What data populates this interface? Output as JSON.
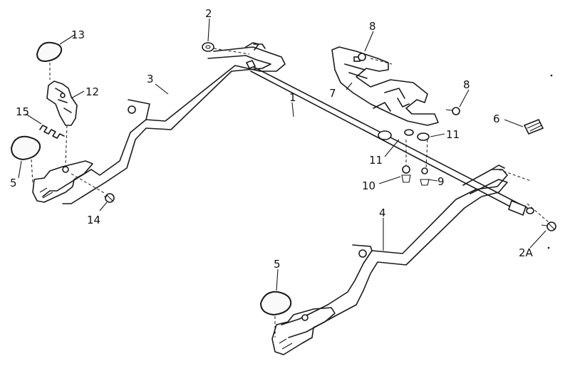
{
  "callouts": {
    "c1": "1",
    "c2": "2",
    "c2a": "2A",
    "c3": "3",
    "c4": "4",
    "c5_left": "5",
    "c5_bottom": "5",
    "c6": "6",
    "c7": "7",
    "c8_top": "8",
    "c8_right": "8",
    "c9": "9",
    "c10": "10",
    "c11_left": "11",
    "c11_right": "11",
    "c12": "12",
    "c13": "13",
    "c14": "14",
    "c15": "15"
  }
}
